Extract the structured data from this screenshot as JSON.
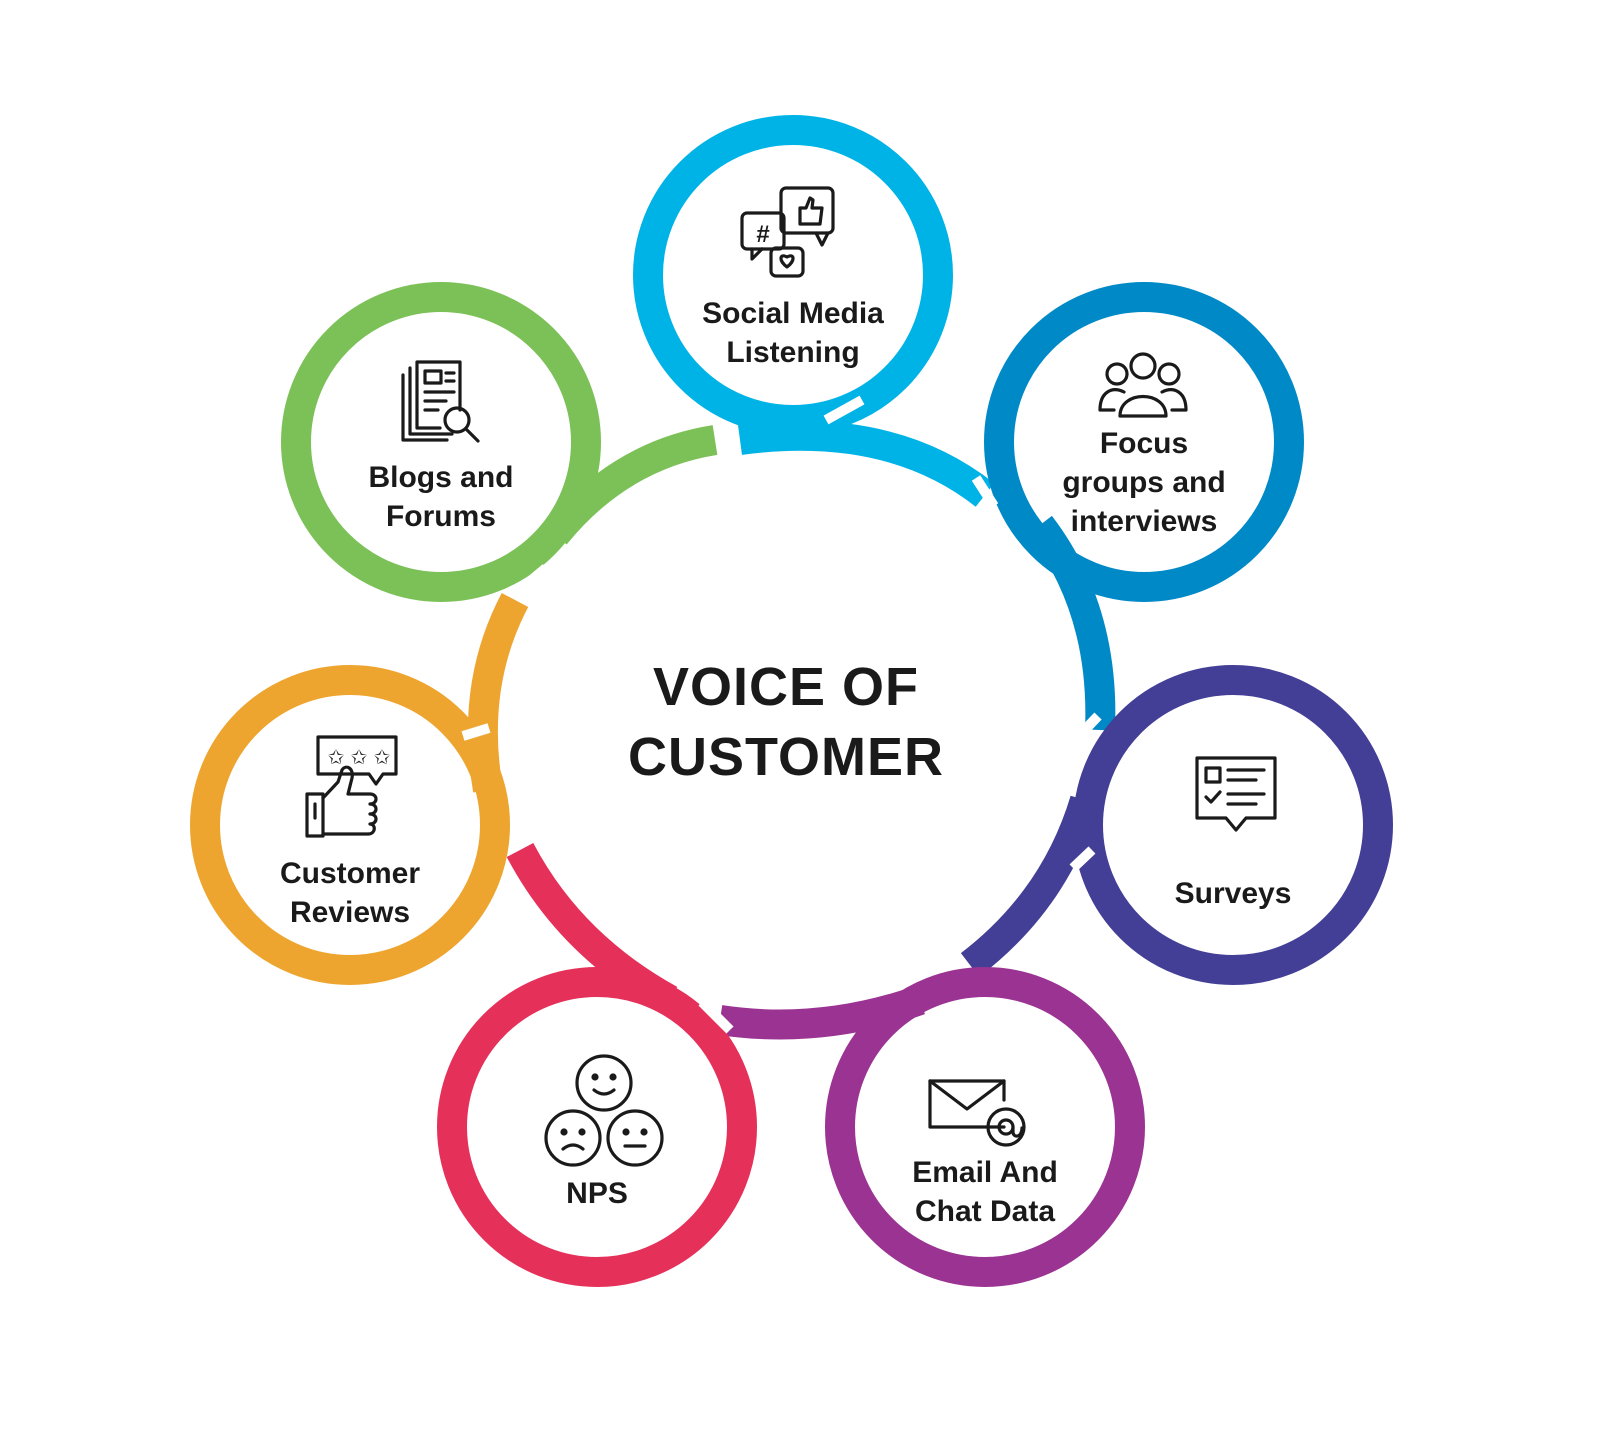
{
  "center": {
    "title_line1": "VOICE OF",
    "title_line2": "CUSTOMER"
  },
  "nodes": [
    {
      "id": "social",
      "lines": [
        "Social Media",
        "Listening"
      ],
      "color": "#00B3E6",
      "icon": "chat-bubbles-icon"
    },
    {
      "id": "focus",
      "lines": [
        "Focus",
        "groups and",
        "interviews"
      ],
      "color": "#0089C7",
      "icon": "group-people-icon"
    },
    {
      "id": "surveys",
      "lines": [
        "Surveys"
      ],
      "color": "#433F96",
      "icon": "survey-form-icon"
    },
    {
      "id": "email",
      "lines": [
        "Email And",
        "Chat Data"
      ],
      "color": "#9B3393",
      "icon": "email-at-icon"
    },
    {
      "id": "nps",
      "lines": [
        "NPS"
      ],
      "color": "#E5305A",
      "icon": "smiley-faces-icon"
    },
    {
      "id": "reviews",
      "lines": [
        "Customer",
        "Reviews"
      ],
      "color": "#EEA530",
      "icon": "thumbs-up-stars-icon"
    },
    {
      "id": "blogs",
      "lines": [
        "Blogs and",
        "Forums"
      ],
      "color": "#7CC158",
      "icon": "document-search-icon"
    }
  ]
}
